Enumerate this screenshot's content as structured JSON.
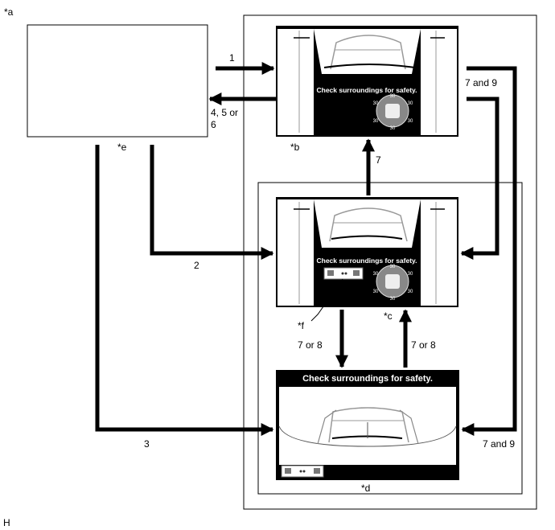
{
  "labels": {
    "a": "*a",
    "b": "*b",
    "c": "*c",
    "d": "*d",
    "e": "*e",
    "f": "*f",
    "corner": "H"
  },
  "transitions": {
    "t1": "1",
    "t2": "2",
    "t3": "3",
    "t456_line1": "4, 5 or",
    "t456_line2": "6",
    "t7": "7",
    "t7or8_down": "7 or 8",
    "t7or8_up": "7 or 8",
    "t7and9_top": "7 and 9",
    "t7and9_bottom": "7 and 9"
  },
  "screens": {
    "b_message": "Check surroundings for safety.",
    "c_message": "Check surroundings for safety.",
    "d_message": "Check surroundings for safety."
  },
  "gauge": {
    "ticks": [
      "30",
      "30",
      "30",
      "30",
      "30",
      "30"
    ]
  }
}
